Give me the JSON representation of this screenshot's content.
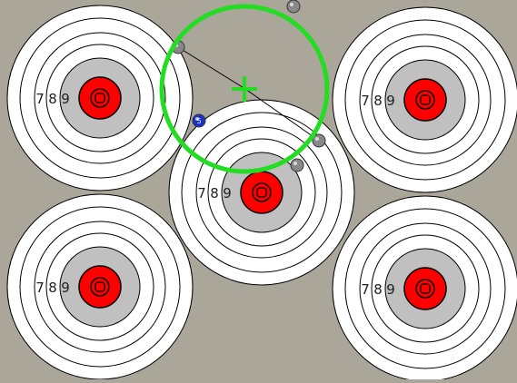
{
  "game": {
    "background_color": "#aaa69a",
    "target_colors": {
      "outer_ring": "#ffffff",
      "ring_line": "#000000",
      "inner_zone": "#c0c0c0",
      "bull": "#ff0000",
      "bull_outline": "#000000"
    },
    "ring_labels": [
      "7",
      "8",
      "9"
    ],
    "targets": [
      {
        "id": "top-left"
      },
      {
        "id": "top-right"
      },
      {
        "id": "center"
      },
      {
        "id": "bottom-left"
      },
      {
        "id": "bottom-right"
      }
    ],
    "aim_reticle": {
      "color": "#22dd22",
      "icon": "crosshair-icon"
    },
    "shot_markers": [
      {
        "id": "gray-1",
        "color": "#888888"
      },
      {
        "id": "gray-2",
        "color": "#888888"
      },
      {
        "id": "gray-3",
        "color": "#888888"
      },
      {
        "id": "gray-4",
        "color": "#888888"
      },
      {
        "id": "blue-1",
        "color": "#1a33cc",
        "label": "5"
      }
    ],
    "trajectory_color": "#000000"
  }
}
